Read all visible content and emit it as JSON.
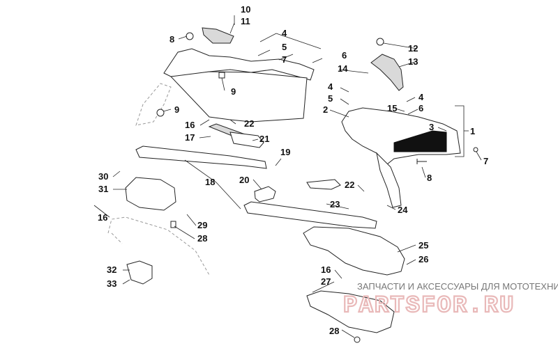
{
  "callouts": [
    {
      "text": "10"
    },
    {
      "text": "11"
    },
    {
      "text": "8"
    },
    {
      "text": "4"
    },
    {
      "text": "5"
    },
    {
      "text": "7"
    },
    {
      "text": "6"
    },
    {
      "text": "12"
    },
    {
      "text": "13"
    },
    {
      "text": "14"
    },
    {
      "text": "9"
    },
    {
      "text": "9"
    },
    {
      "text": "4"
    },
    {
      "text": "5"
    },
    {
      "text": "2"
    },
    {
      "text": "4"
    },
    {
      "text": "15"
    },
    {
      "text": "6"
    },
    {
      "text": "1"
    },
    {
      "text": "3"
    },
    {
      "text": "7"
    },
    {
      "text": "16"
    },
    {
      "text": "22"
    },
    {
      "text": "17"
    },
    {
      "text": "21"
    },
    {
      "text": "19"
    },
    {
      "text": "8"
    },
    {
      "text": "30"
    },
    {
      "text": "31"
    },
    {
      "text": "18"
    },
    {
      "text": "20"
    },
    {
      "text": "22"
    },
    {
      "text": "23"
    },
    {
      "text": "24"
    },
    {
      "text": "16"
    },
    {
      "text": "29"
    },
    {
      "text": "28"
    },
    {
      "text": "25"
    },
    {
      "text": "26"
    },
    {
      "text": "32"
    },
    {
      "text": "33"
    },
    {
      "text": "16"
    },
    {
      "text": "27"
    },
    {
      "text": "28"
    }
  ],
  "watermark": {
    "caption": "ЗАПЧАСТИ И АКСЕССУАРЫ ДЛЯ МОТОТЕХНИКИ",
    "logo": "PARTSFOR.RU"
  }
}
